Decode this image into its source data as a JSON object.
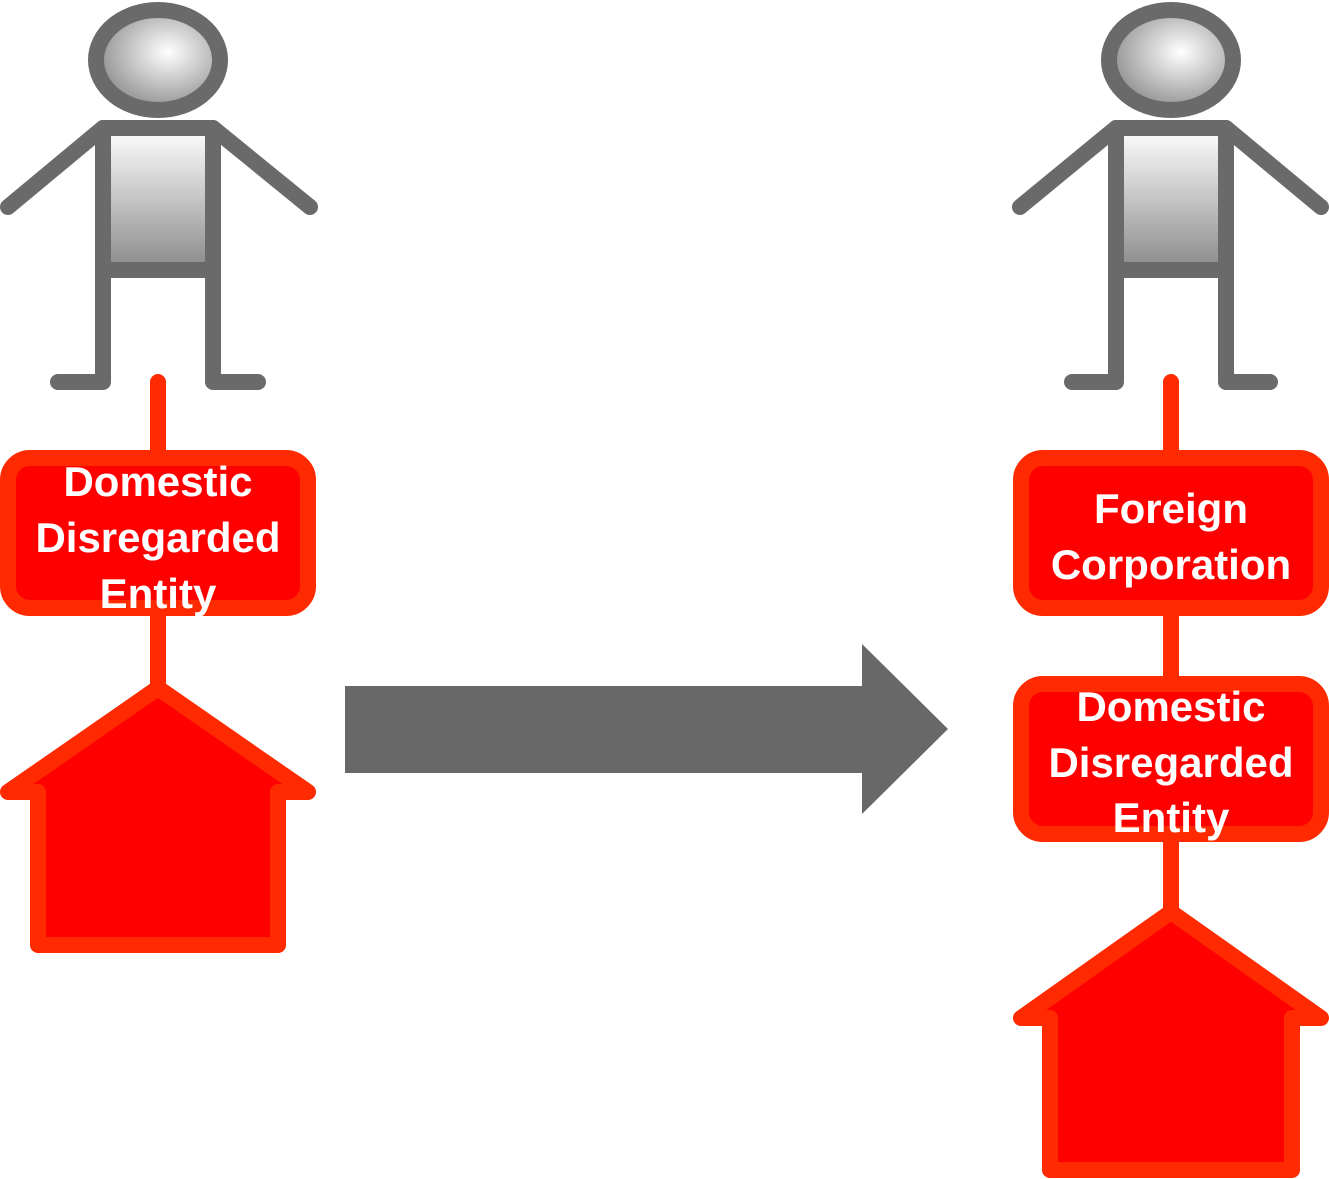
{
  "colors": {
    "entity_fill": "#ff0000",
    "entity_stroke": "#ff2a00",
    "person_stroke": "#6a6a6a",
    "arrow": "#686868",
    "label_text": "#ffffff"
  },
  "before": {
    "owner_icon": "person-icon",
    "entity": {
      "lines": [
        "Domestic",
        "Disregarded",
        "Entity"
      ]
    },
    "property_icon": "house-icon"
  },
  "transition_icon": "arrow-right-icon",
  "after": {
    "owner_icon": "person-icon",
    "foreign_entity": {
      "lines": [
        "Foreign",
        "Corporation"
      ]
    },
    "domestic_entity": {
      "lines": [
        "Domestic",
        "Disregarded",
        "Entity"
      ]
    },
    "property_icon": "house-icon"
  }
}
